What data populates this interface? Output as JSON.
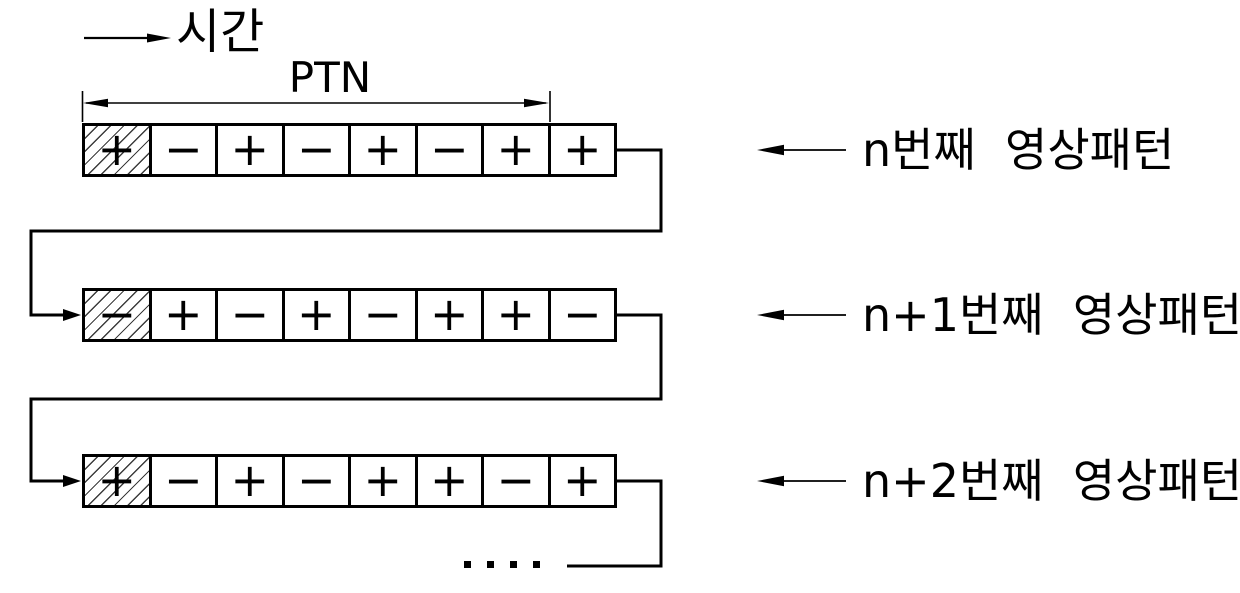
{
  "figure": {
    "time_label": "시간",
    "ptn_label": "PTN",
    "rows": [
      {
        "label": "n번째  영상패턴",
        "cells": [
          "+",
          "−",
          "+",
          "−",
          "+",
          "−",
          "+",
          "+"
        ]
      },
      {
        "label": "n+1번째  영상패턴",
        "cells": [
          "−",
          "+",
          "−",
          "+",
          "−",
          "+",
          "+",
          "−"
        ]
      },
      {
        "label": "n+2번째  영상패턴",
        "cells": [
          "+",
          "−",
          "+",
          "−",
          "+",
          "+",
          "−",
          "+"
        ]
      }
    ],
    "colors": {
      "line": "#000000",
      "background": "#ffffff"
    }
  }
}
